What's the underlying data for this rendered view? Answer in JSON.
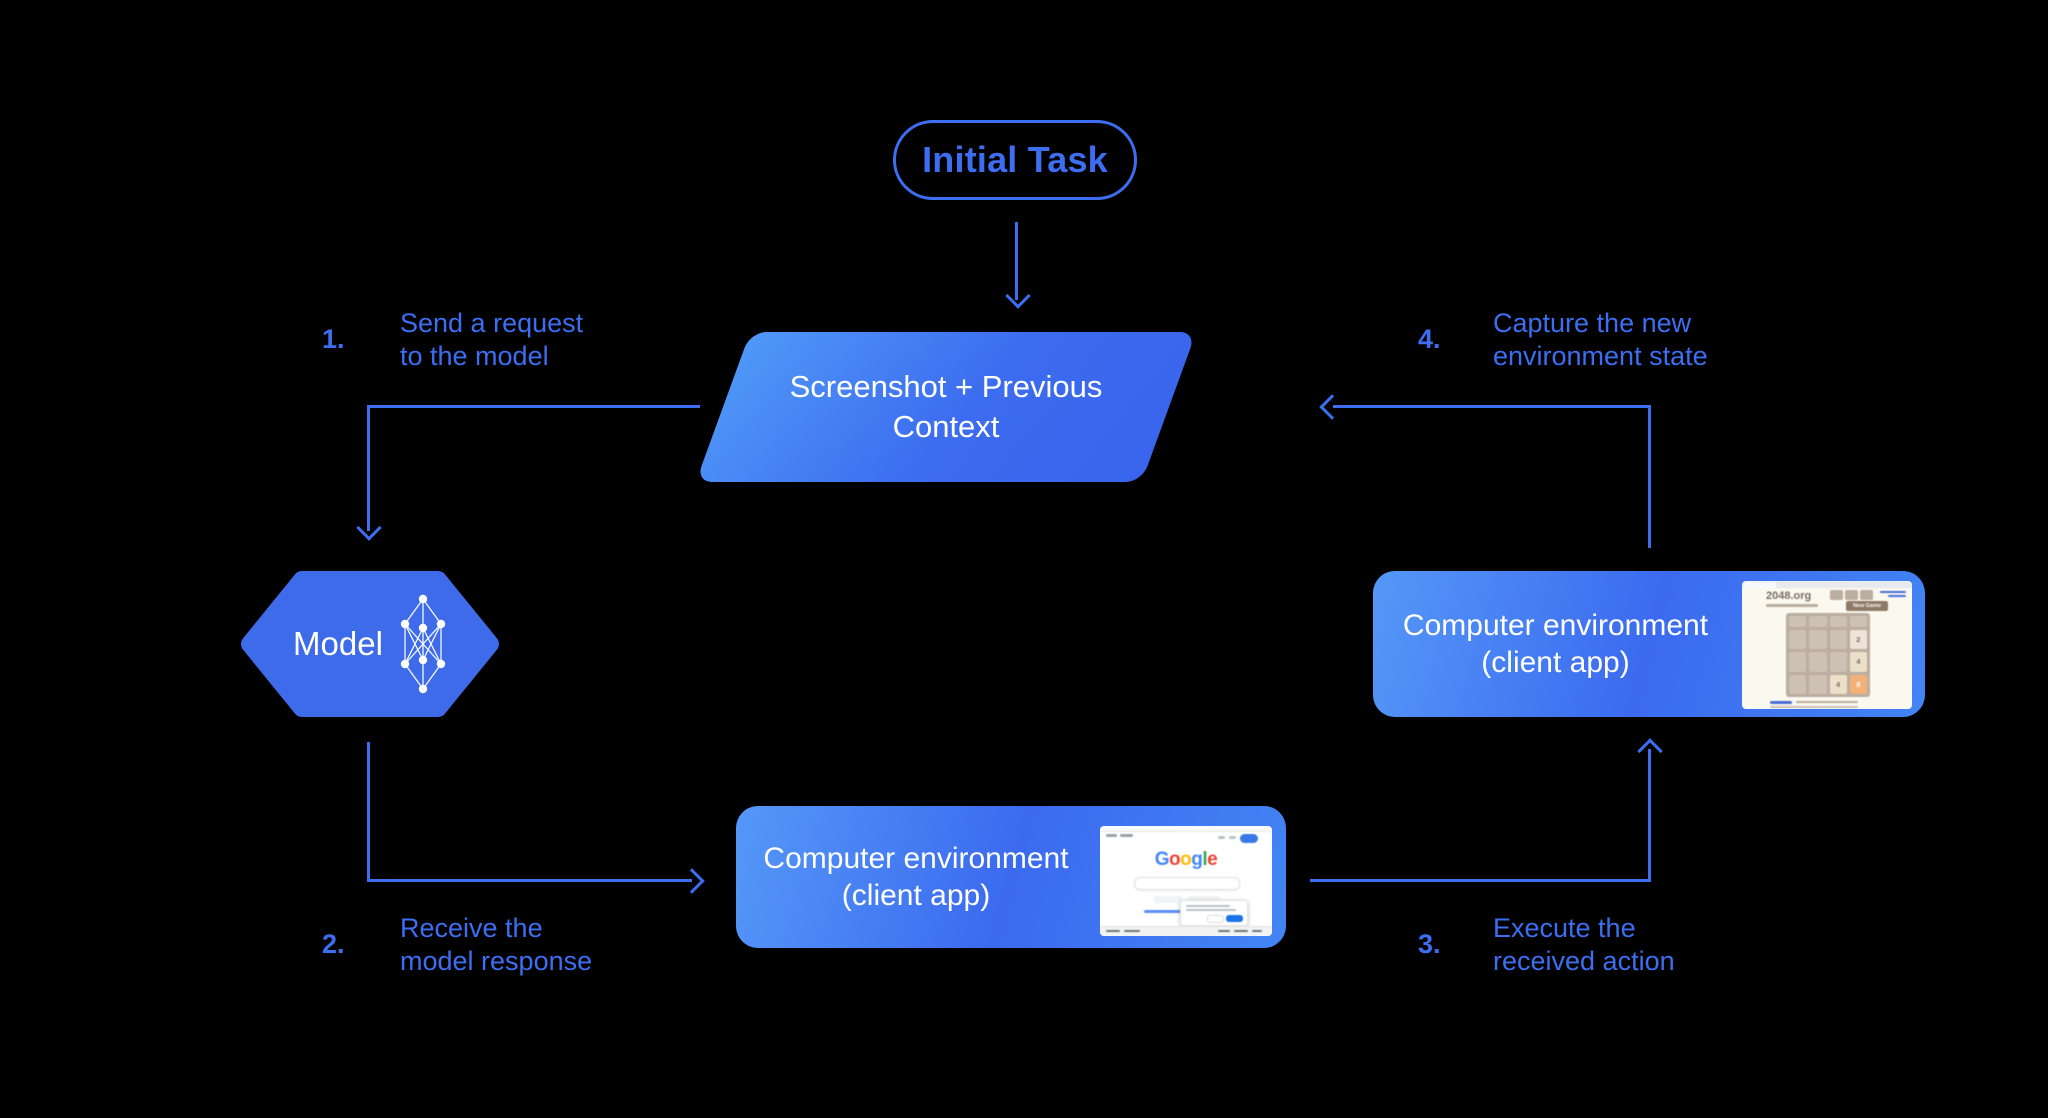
{
  "colors": {
    "accent": "#3D6EF2",
    "background": "#000000"
  },
  "nodes": {
    "initial_task": {
      "label": "Initial Task"
    },
    "screenshot_context": {
      "line1": "Screenshot + Previous",
      "line2": "Context"
    },
    "model": {
      "label": "Model"
    },
    "env_bottom": {
      "line1": "Computer environment",
      "line2": "(client app)"
    },
    "env_right": {
      "line1": "Computer environment",
      "line2": "(client app)"
    }
  },
  "steps": [
    {
      "num": "1.",
      "line1": "Send a request",
      "line2": "to the model"
    },
    {
      "num": "2.",
      "line1": "Receive the",
      "line2": "model response"
    },
    {
      "num": "3.",
      "line1": "Execute the",
      "line2": "received action"
    },
    {
      "num": "4.",
      "line1": "Capture the new",
      "line2": "environment state"
    }
  ],
  "google_thumb": {
    "logo": [
      {
        "ch": "G",
        "color": "#4285F4"
      },
      {
        "ch": "o",
        "color": "#EA4335"
      },
      {
        "ch": "o",
        "color": "#FBBC05"
      },
      {
        "ch": "g",
        "color": "#4285F4"
      },
      {
        "ch": "l",
        "color": "#34A853"
      },
      {
        "ch": "e",
        "color": "#EA4335"
      }
    ]
  },
  "game_thumb": {
    "site": "2048.org",
    "new_game_label": "New Game",
    "tiles": [
      "",
      "",
      "",
      "",
      "",
      "",
      "",
      "2",
      "",
      "",
      "",
      "4",
      "",
      "",
      "4",
      "8"
    ],
    "tile_colors": {
      "empty": "#cdc1b4",
      "2": "#eee4da",
      "4": "#ede0c8",
      "8": "#f2b179"
    }
  }
}
